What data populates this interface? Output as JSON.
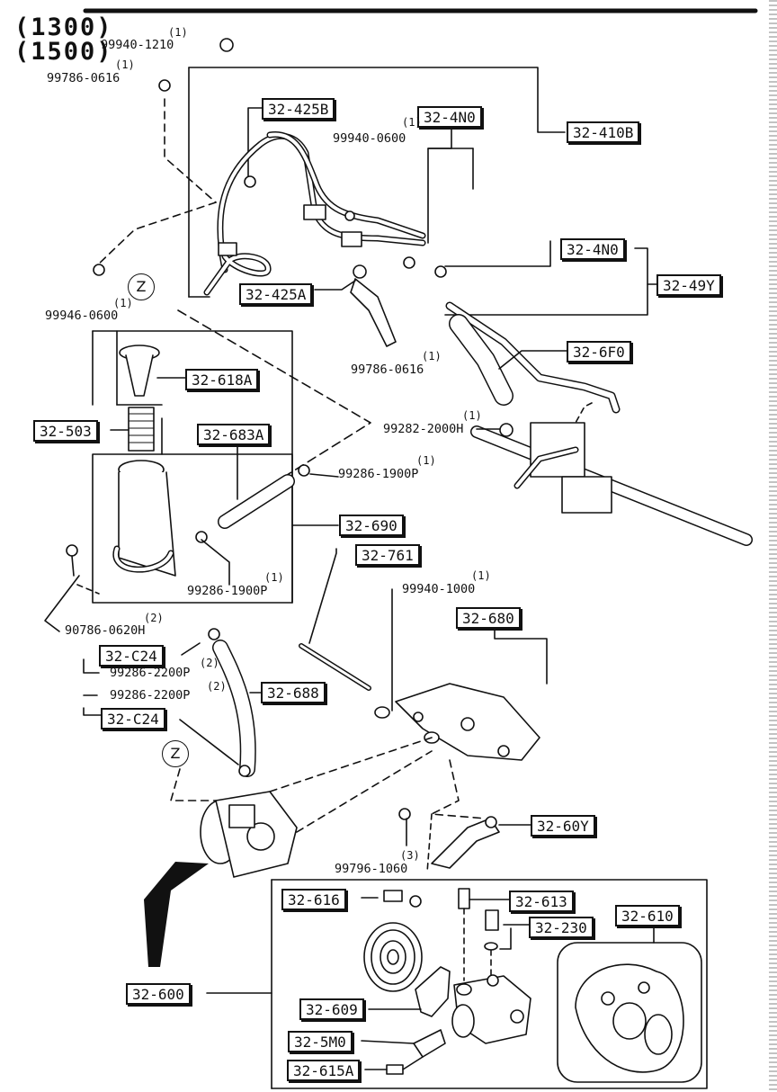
{
  "header": {
    "line1": "(1300)",
    "line2": "(1500)"
  },
  "labels": {
    "p_32_425B": "32-425B",
    "p_32_4N0_a": "32-4N0",
    "p_32_410B": "32-410B",
    "p_32_4N0_b": "32-4N0",
    "p_32_49Y": "32-49Y",
    "p_32_425A": "32-425A",
    "p_32_6F0": "32-6F0",
    "p_32_618A": "32-618A",
    "p_32_503": "32-503",
    "p_32_683A": "32-683A",
    "p_32_690": "32-690",
    "p_32_761": "32-761",
    "p_32_680": "32-680",
    "p_32_C24_a": "32-C24",
    "p_32_688": "32-688",
    "p_32_C24_b": "32-C24",
    "p_32_60Y": "32-60Y",
    "p_32_616": "32-616",
    "p_32_613": "32-613",
    "p_32_230": "32-230",
    "p_32_610": "32-610",
    "p_32_600": "32-600",
    "p_32_609": "32-609",
    "p_32_5M0": "32-5M0",
    "p_32_615A": "32-615A"
  },
  "numbers": {
    "n_99940_1210": "99940-1210",
    "n_99786_0616_a": "99786-0616",
    "n_99940_0600": "99940-0600",
    "n_99946_0600": "99946-0600",
    "n_99786_0616_b": "99786-0616",
    "n_99282_2000H": "99282-2000H",
    "n_99286_1900P_a": "99286-1900P",
    "n_99286_1900P_b": "99286-1900P",
    "n_99940_1000": "99940-1000",
    "n_90786_0620H": "90786-0620H",
    "n_99286_2200P_a": "99286-2200P",
    "n_99286_2200P_b": "99286-2200P",
    "n_99796_1060": "99796-1060"
  },
  "quantities": {
    "q1": "(1)",
    "q2": "(1)",
    "q3": "(1)",
    "q4": "(1)",
    "q5": "(1)",
    "q6": "(1)",
    "q7": "(1)",
    "q8": "(1)",
    "q9": "(1)",
    "q10": "(2)",
    "q11": "(2)",
    "q12": "(2)",
    "q13": "(3)"
  },
  "markers": {
    "z_top": "Z",
    "z_bottom": "Z"
  }
}
